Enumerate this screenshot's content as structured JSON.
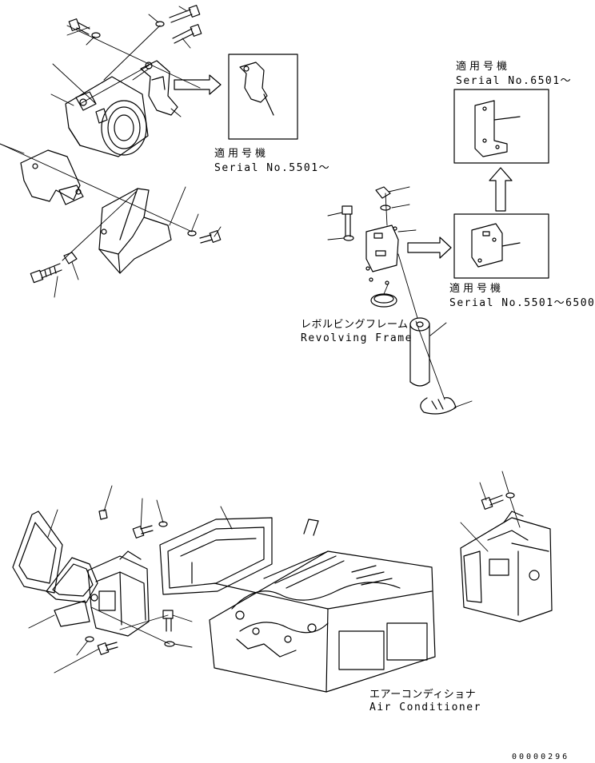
{
  "compressor_detail": {
    "applicability_jp": "適用号機",
    "serial": "Serial No.5501～"
  },
  "bracket_detail_upper": {
    "applicability_jp": "適用号機",
    "serial": "Serial No.6501～"
  },
  "bracket_detail_lower": {
    "applicability_jp": "適用号機",
    "serial": "Serial No.5501～6500"
  },
  "revolving_frame": {
    "label_jp": "レボルビングフレーム",
    "label_en": "Revolving Frame"
  },
  "air_conditioner": {
    "label_jp": "エアーコンディショナ",
    "label_en": "Air Conditioner"
  },
  "drawing_number": "00000296"
}
